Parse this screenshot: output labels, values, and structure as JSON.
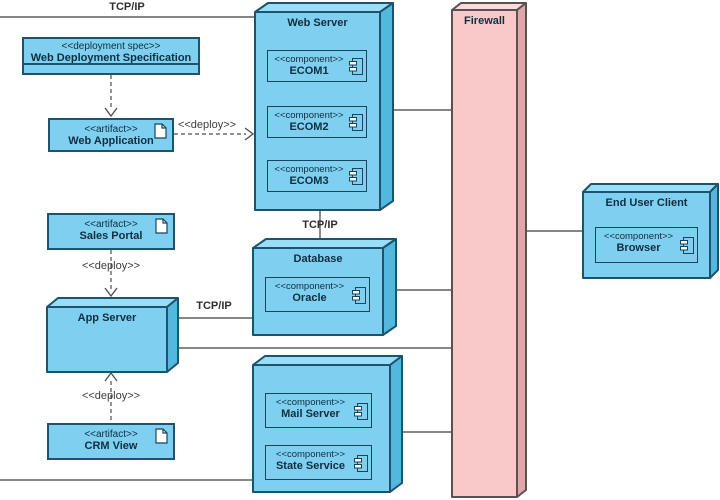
{
  "diagram_type": "UML deployment diagram",
  "connectors": {
    "tcpip_top": {
      "label": "TCP/IP"
    },
    "webserver_database": {
      "label": "TCP/IP"
    },
    "appserver_database": {
      "label": "TCP/IP"
    },
    "deploy_webapp_to_webserver": {
      "label": "<<deploy>>"
    },
    "deploy_salesportal_to_appserver": {
      "label": "<<deploy>>"
    },
    "deploy_crmview_to_appserver": {
      "label": "<<deploy>>"
    }
  },
  "nodes": {
    "web_server": {
      "title": "Web Server",
      "components": [
        {
          "stereotype": "<<component>>",
          "name": "ECOM1"
        },
        {
          "stereotype": "<<component>>",
          "name": "ECOM2"
        },
        {
          "stereotype": "<<component>>",
          "name": "ECOM3"
        }
      ]
    },
    "database": {
      "title": "Database",
      "components": [
        {
          "stereotype": "<<component>>",
          "name": "Oracle"
        }
      ]
    },
    "app_server": {
      "title": "App Server"
    },
    "mail_state": {
      "components": [
        {
          "stereotype": "<<component>>",
          "name": "Mail Server"
        },
        {
          "stereotype": "<<component>>",
          "name": "State Service"
        }
      ]
    },
    "firewall": {
      "title": "Firewall"
    },
    "end_user_client": {
      "title": "End User Client",
      "components": [
        {
          "stereotype": "<<component>>",
          "name": "Browser"
        }
      ]
    }
  },
  "artifacts": {
    "deployment_spec": {
      "stereotype": "<<deployment spec>>",
      "name": "Web Deployment Specification"
    },
    "web_application": {
      "stereotype": "<<artifact>>",
      "name": "Web Application"
    },
    "sales_portal": {
      "stereotype": "<<artifact>>",
      "name": "Sales Portal"
    },
    "crm_view": {
      "stereotype": "<<artifact>>",
      "name": "CRM View"
    }
  },
  "colors": {
    "node_fill": "#7ECFF0",
    "node_top_face": "#9ADDF6",
    "node_side_face": "#53B7DE",
    "node_border": "#1C546E",
    "component_border": "#17455C",
    "firewall_fill": "#F9C9C9",
    "firewall_top_face": "#FBDADA",
    "firewall_side_face": "#E0A6A9",
    "firewall_border": "#5A5252",
    "connector_line": "#3F3F3F",
    "deploy_line": "#4D4D4D",
    "text": "#0F2F3F"
  }
}
